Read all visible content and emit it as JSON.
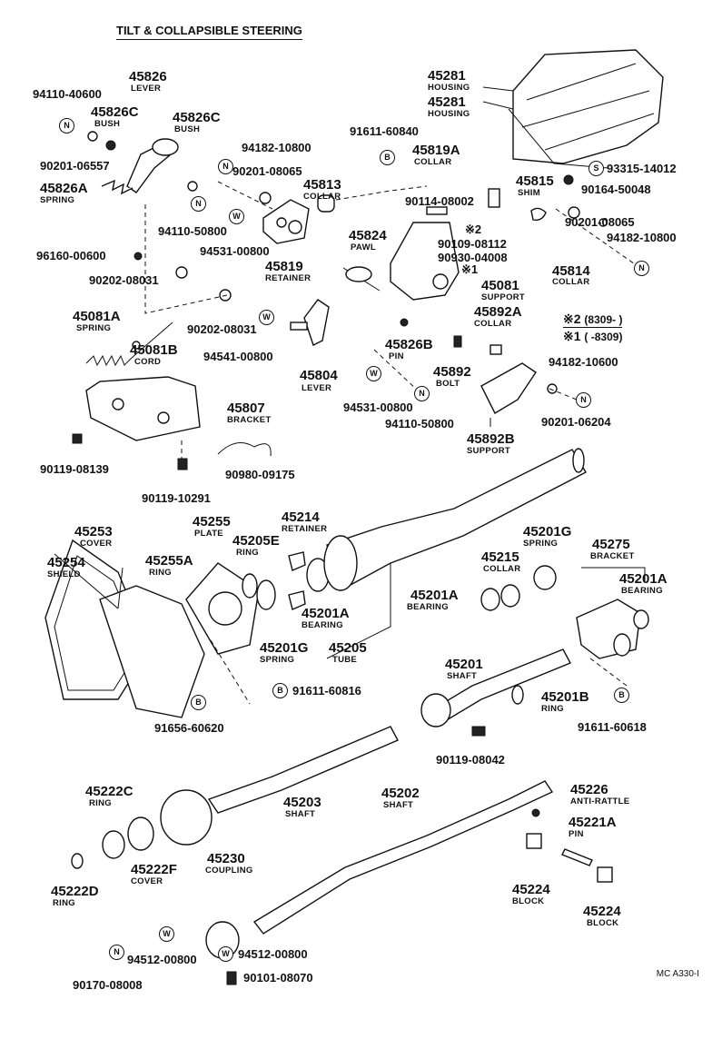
{
  "title": "TILT & COLLAPSIBLE STEERING",
  "image_code": "MC A330-I",
  "legend": {
    "mark2": "※2",
    "mark2_range": "(8309-          )",
    "mark1": "※1",
    "mark1_range": "(          -8309)",
    "mark2_short": "※2",
    "mark1_short": "※1"
  },
  "symbols": {
    "N": "N",
    "W": "W",
    "B": "B",
    "S": "S"
  },
  "parts": {
    "p45281a": "45281",
    "p45281a_name": "HOUSING",
    "p45281b": "45281",
    "p45281b_name": "HOUSING",
    "p93315": "93315-14012",
    "p90164": "90164-50048",
    "p45815": "45815",
    "p45815_name": "SHIM",
    "p90201_08065b": "90201-08065",
    "p94182_10800b": "94182-10800",
    "p45814": "45814",
    "p45814_name": "COLLAR",
    "p91611_60840": "91611-60840",
    "p45819a": "45819A",
    "p45819a_name": "COLLAR",
    "p90114": "90114-08002",
    "p90109": "90109-08112",
    "p90930": "90930-04008",
    "p45081": "45081",
    "p45081_name": "SUPPORT",
    "p45892a": "45892A",
    "p45892a_name": "COLLAR",
    "p94182_10600": "94182-10600",
    "p45892": "45892",
    "p45892_name": "BOLT",
    "p90201_06204": "90201-06204",
    "p45892b": "45892B",
    "p45892b_name": "SUPPORT",
    "p45826": "45826",
    "p45826_name": "LEVER",
    "p94110_40600": "94110-40600",
    "p45826c_a": "45826C",
    "p45826c_a_name": "BUSH",
    "p45826c_b": "45826C",
    "p45826c_b_name": "BUSH",
    "p90201_06557": "90201-06557",
    "p45826a": "45826A",
    "p45826a_name": "SPRING",
    "p94182_10800a": "94182-10800",
    "p90201_08065a": "90201-08065",
    "p45813": "45813",
    "p45813_name": "COLLAR",
    "p94110_50800a": "94110-50800",
    "p94531_00800a": "94531-00800",
    "p45819": "45819",
    "p45819_name": "RETAINER",
    "p45824": "45824",
    "p45824_name": "PAWL",
    "p96160": "96160-00600",
    "p90202_08031a": "90202-08031",
    "p90202_08031b": "90202-08031",
    "p45081a": "45081A",
    "p45081a_name": "SPRING",
    "p45081b": "45081B",
    "p45081b_name": "CORD",
    "p94541": "94541-00800",
    "p45804": "45804",
    "p45804_name": "LEVER",
    "p45826b": "45826B",
    "p45826b_name": "PIN",
    "p94531_00800b": "94531-00800",
    "p94110_50800b": "94110-50800",
    "p45807": "45807",
    "p45807_name": "BRACKET",
    "p90119_08139": "90119-08139",
    "p90980": "90980-09175",
    "p90119_10291": "90119-10291",
    "p45253": "45253",
    "p45253_name": "COVER",
    "p45254": "45254",
    "p45254_name": "SHIELD",
    "p45255": "45255",
    "p45255_name": "PLATE",
    "p45255a": "45255A",
    "p45255a_name": "RING",
    "p45205e": "45205E",
    "p45205e_name": "RING",
    "p45214": "45214",
    "p45214_name": "RETAINER",
    "p45201a_a": "45201A",
    "p45201a_a_name": "BEARING",
    "p45201g_a": "45201G",
    "p45201g_a_name": "SPRING",
    "p45205": "45205",
    "p45205_name": "TUBE",
    "p45201g_b": "45201G",
    "p45201g_b_name": "SPRING",
    "p45215": "45215",
    "p45215_name": "COLLAR",
    "p45201a_b": "45201A",
    "p45201a_b_name": "BEARING",
    "p45275": "45275",
    "p45275_name": "BRACKET",
    "p45201a_c": "45201A",
    "p45201a_c_name": "BEARING",
    "p91611_60816": "91611-60816",
    "p91656": "91656-60620",
    "p45201": "45201",
    "p45201_name": "SHAFT",
    "p45201b": "45201B",
    "p45201b_name": "RING",
    "p91611_60618": "91611-60618",
    "p90119_08042": "90119-08042",
    "p45222c": "45222C",
    "p45222c_name": "RING",
    "p45203": "45203",
    "p45203_name": "SHAFT",
    "p45202": "45202",
    "p45202_name": "SHAFT",
    "p45226": "45226",
    "p45226_name": "ANTI-RATTLE",
    "p45221a": "45221A",
    "p45221a_name": "PIN",
    "p45222f": "45222F",
    "p45222f_name": "COVER",
    "p45222d": "45222D",
    "p45222d_name": "RING",
    "p45230": "45230",
    "p45230_name": "COUPLING",
    "p45224a": "45224",
    "p45224a_name": "BLOCK",
    "p45224b": "45224",
    "p45224b_name": "BLOCK",
    "p94512a": "94512-00800",
    "p94512b": "94512-00800",
    "p90170": "90170-08008",
    "p90101": "90101-08070"
  }
}
